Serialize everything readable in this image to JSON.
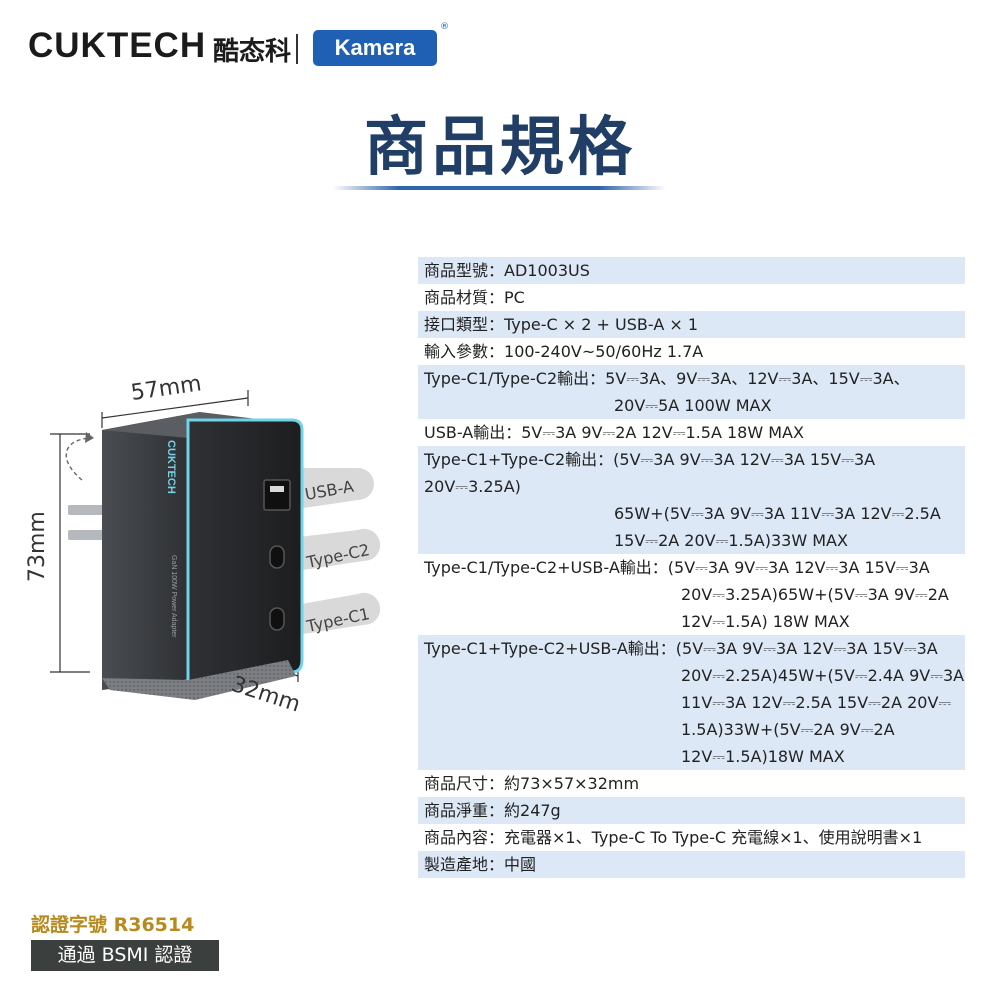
{
  "header": {
    "brand_en": "CUKTECH",
    "brand_cn": "酷态科",
    "partner": "Kamera",
    "registered_mark": "®",
    "title": "商品規格"
  },
  "diagram": {
    "width_label": "57mm",
    "height_label": "73mm",
    "depth_label": "32mm",
    "port_usba": "USB-A",
    "port_typec2": "Type-C2",
    "port_typec1": "Type-C1",
    "device_brand": "CUKTECH",
    "device_text": "GaN 100W Power Adapter"
  },
  "specs": [
    {
      "label": "商品型號：",
      "lines": [
        "AD1003US"
      ]
    },
    {
      "label": "商品材質：",
      "lines": [
        "PC"
      ]
    },
    {
      "label": "接口類型：",
      "lines": [
        "Type-C × 2 + USB-A × 1"
      ]
    },
    {
      "label": "輸入參數：",
      "lines": [
        "100-240V~50/60Hz 1.7A"
      ]
    },
    {
      "label": "Type-C1/Type-C2輸出：",
      "lines": [
        "5V⎓3A、9V⎓3A、12V⎓3A、15V⎓3A、",
        "20V⎓5A 100W MAX"
      ]
    },
    {
      "label": "USB-A輸出：",
      "lines": [
        "5V⎓3A  9V⎓2A  12V⎓1.5A 18W MAX"
      ]
    },
    {
      "label": "Type-C1+Type-C2輸出：",
      "lines": [
        "(5V⎓3A  9V⎓3A  12V⎓3A 15V⎓3A  20V⎓3.25A)",
        "65W+(5V⎓3A  9V⎓3A  11V⎓3A  12V⎓2.5A",
        "15V⎓2A  20V⎓1.5A)33W MAX"
      ]
    },
    {
      "label": "Type-C1/Type-C2+USB-A輸出：",
      "lines": [
        "(5V⎓3A  9V⎓3A  12V⎓3A  15V⎓3A",
        "20V⎓3.25A)65W+(5V⎓3A  9V⎓2A",
        "12V⎓1.5A) 18W MAX"
      ]
    },
    {
      "label": "Type-C1+Type-C2+USB-A輸出：",
      "lines": [
        "(5V⎓3A  9V⎓3A  12V⎓3A 15V⎓3A",
        "20V⎓2.25A)45W+(5V⎓2.4A  9V⎓3A",
        "11V⎓3A  12V⎓2.5A  15V⎓2A  20V⎓",
        "1.5A)33W+(5V⎓2A  9V⎓2A",
        "12V⎓1.5A)18W MAX"
      ]
    },
    {
      "label": "商品尺寸：",
      "lines": [
        "約73×57×32mm"
      ]
    },
    {
      "label": "商品淨重：",
      "lines": [
        "約247g"
      ]
    },
    {
      "label": "商品內容：",
      "lines": [
        "充電器×1、Type-C To Type-C 充電線×1、使用說明書×1"
      ]
    },
    {
      "label": "製造產地：",
      "lines": [
        "中國"
      ]
    }
  ],
  "certification": {
    "number_line": "認證字號 R36514",
    "badge": "通過 BSMI 認證"
  },
  "colors": {
    "title": "#213f66",
    "band": "#dce8f5",
    "partner_bg": "#1f5fb4",
    "cert_text": "#b88a1e",
    "device_accent": "#6fd3ea"
  }
}
